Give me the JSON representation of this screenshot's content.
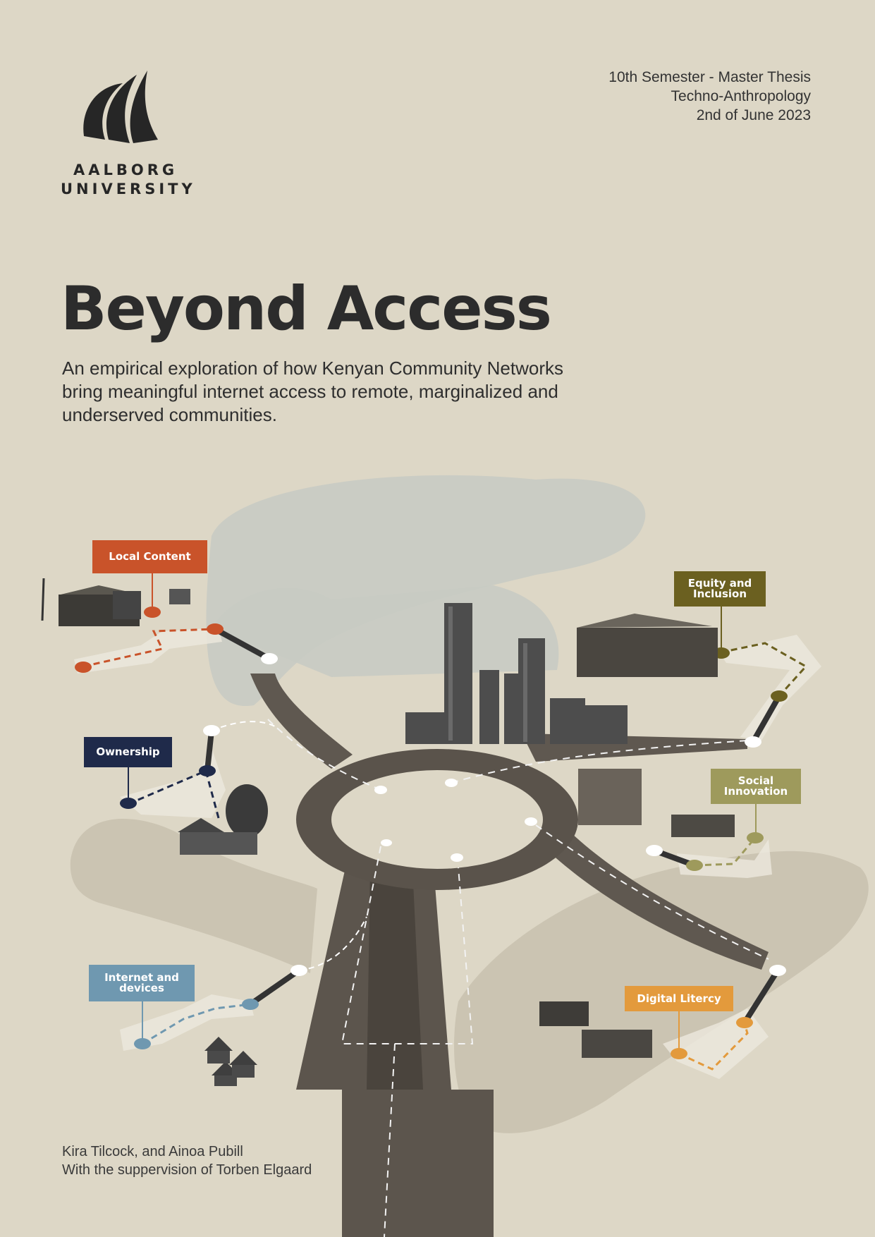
{
  "university": {
    "line1": "AALBORG",
    "line2": "UNIVERSITY"
  },
  "meta": {
    "semester": "10th Semester - Master Thesis",
    "program": "Techno-Anthropology",
    "date": "2nd of June 2023"
  },
  "title": "Beyond Access",
  "subtitle": "An empirical exploration of how Kenyan Community Networks bring meaningful internet access to remote, marginalized and underserved communities.",
  "labels": {
    "local_content": "Local Content",
    "equity": "Equity and Inclusion",
    "ownership": "Ownership",
    "social_innovation": "Social Innovation",
    "internet_devices": "Internet and devices",
    "digital_literacy": "Digital Litercy"
  },
  "colors": {
    "background": "#ddd7c6",
    "local_content": "#c9532a",
    "equity": "#6b6020",
    "ownership": "#1f2a4a",
    "social_innovation": "#9e9a5c",
    "internet_devices": "#6f98b0",
    "digital_literacy": "#e39a3c"
  },
  "authors": {
    "line1": "Kira Tilcock, and Ainoa Pubill",
    "line2": "With the suppervision of Torben Elgaard"
  }
}
